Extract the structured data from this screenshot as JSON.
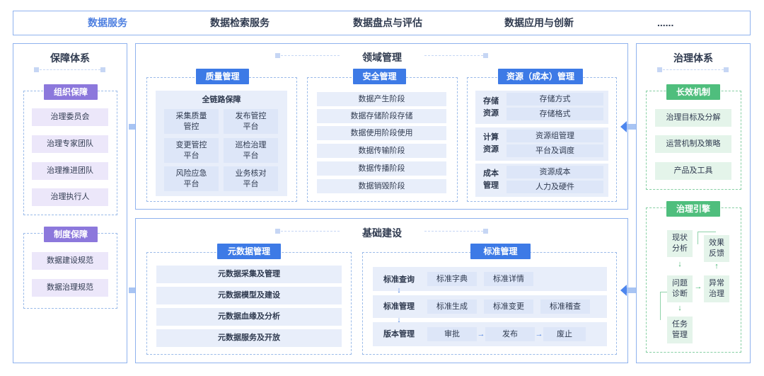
{
  "topnav": {
    "tabs": [
      "数据服务",
      "数据检索服务",
      "数据盘点与评估",
      "数据应用与创新",
      "......"
    ]
  },
  "left": {
    "title": "保障体系",
    "org": {
      "badge": "组织保障",
      "items": [
        "治理委员会",
        "治理专家团队",
        "治理推进团队",
        "治理执行人"
      ]
    },
    "sys": {
      "badge": "制度保障",
      "items": [
        "数据建设规范",
        "数据治理规范"
      ]
    }
  },
  "domain": {
    "title": "领域管理",
    "quality": {
      "badge": "质量管理",
      "head": "全链路保障",
      "cells": [
        "采集质量\n管控",
        "发布管控\n平台",
        "变更管控\n平台",
        "巡检治理\n平台",
        "风险应急\n平台",
        "业务核对\n平台"
      ]
    },
    "security": {
      "badge": "安全管理",
      "items": [
        "数据产生阶段",
        "数据存储阶段存储",
        "数据使用阶段使用",
        "数据传输阶段",
        "数据传播阶段",
        "数据销毁阶段"
      ]
    },
    "resource": {
      "badge": "资源（成本）管理",
      "groups": [
        {
          "label": "存储\n资源",
          "items": [
            "存储方式",
            "存储格式"
          ]
        },
        {
          "label": "计算\n资源",
          "items": [
            "资源组管理",
            "平台及调度"
          ]
        },
        {
          "label": "成本\n管理",
          "items": [
            "资源成本",
            "人力及硬件"
          ]
        }
      ]
    }
  },
  "base": {
    "title": "基础建设",
    "meta": {
      "badge": "元数据管理",
      "items": [
        "元数据采集及管理",
        "元数据模型及建设",
        "元数据血缘及分析",
        "元数据服务及开放"
      ]
    },
    "std": {
      "badge": "标准管理",
      "rows": [
        {
          "label": "标准查询",
          "items": [
            "标准字典",
            "标准详情"
          ]
        },
        {
          "label": "标准管理",
          "items": [
            "标准生成",
            "标准变更",
            "标准稽查"
          ]
        },
        {
          "label": "版本管理",
          "items": [
            "审批",
            "发布",
            "废止"
          ]
        }
      ]
    }
  },
  "right": {
    "title": "治理体系",
    "long": {
      "badge": "长效机制",
      "items": [
        "治理目标及分解",
        "运营机制及策略",
        "产品及工具"
      ]
    },
    "engine": {
      "badge": "治理引擎",
      "nodes": {
        "status": "现状\n分析",
        "diag": "问题\n诊断",
        "task": "任务\n管理",
        "feedback": "效果\n反馈",
        "abnormal": "异常\n治理"
      }
    }
  },
  "colors": {
    "accent": "#3d7ae6",
    "purple": "#8c78dc",
    "green": "#4fbe7d",
    "border": "#8fb2ee"
  },
  "arrows": {
    "down": "↓",
    "up": "↑",
    "right": "→"
  }
}
